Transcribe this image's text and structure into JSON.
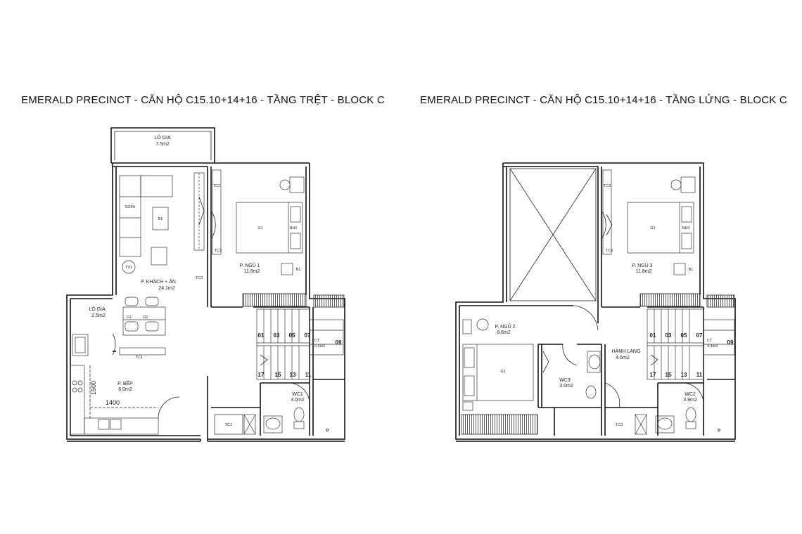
{
  "titles": {
    "ground": "EMERALD PRECINCT - CĂN HỘ C15.10+14+16 - TẦNG TRỆT - BLOCK C",
    "mezzanine": "EMERALD PRECINCT - CĂN HỘ C15.10+14+16 - TẦNG LỬNG - BLOCK C"
  },
  "ground_floor": {
    "rooms": {
      "logia_top": {
        "label": "LÔ GIA",
        "area": "7.5m2"
      },
      "living": {
        "label": "P. KHÁCH + ĂN",
        "area": "24.1m2"
      },
      "bedroom1": {
        "label": "P. NGỦ 1",
        "area": "11.8m2"
      },
      "logia_side": {
        "label": "LÔ GIA",
        "area": "2.5m2"
      },
      "kitchen": {
        "label": "P. BẾP",
        "area": "6.0m2"
      },
      "wc1": {
        "label": "WC1",
        "area": "3.0m2"
      },
      "stair": {
        "label": "CT",
        "area": "5.6m2"
      }
    },
    "dims": {
      "vertical": "1500",
      "horizontal": "1400"
    }
  },
  "mezzanine_floor": {
    "rooms": {
      "bedroom2": {
        "label": "P. NGỦ 2",
        "area": "8.6m2"
      },
      "bedroom3": {
        "label": "P. NGỦ 3",
        "area": "11.8m2"
      },
      "hallway": {
        "label": "HÀNH LANG",
        "area": "4.6m2"
      },
      "wc3": {
        "label": "WC3",
        "area": "3.0m2"
      },
      "wc2": {
        "label": "WC2",
        "area": "3.9m2"
      },
      "stair": {
        "label": "CT",
        "area": "4.4m2"
      }
    }
  },
  "stair_numbers": {
    "top_row": [
      "01",
      "03",
      "05",
      "07"
    ],
    "right": "09",
    "bottom_row": [
      "17",
      "15",
      "13",
      "11"
    ]
  },
  "furniture_tags": {
    "sofa": "SOFA",
    "table": "B1",
    "tv": "TV1",
    "tv_cabinet": "TC1",
    "chairs": [
      "G1",
      "G2"
    ],
    "wardrobe": "TC2",
    "wardrobe_b": "TC3",
    "bed": "G1",
    "nightstand": "NH1",
    "desk": "B1",
    "washer": "TC1",
    "mezz_wardrobe": "TC3",
    "mezz_nightstand": "NH3",
    "wc_cabinet": "TC3"
  }
}
